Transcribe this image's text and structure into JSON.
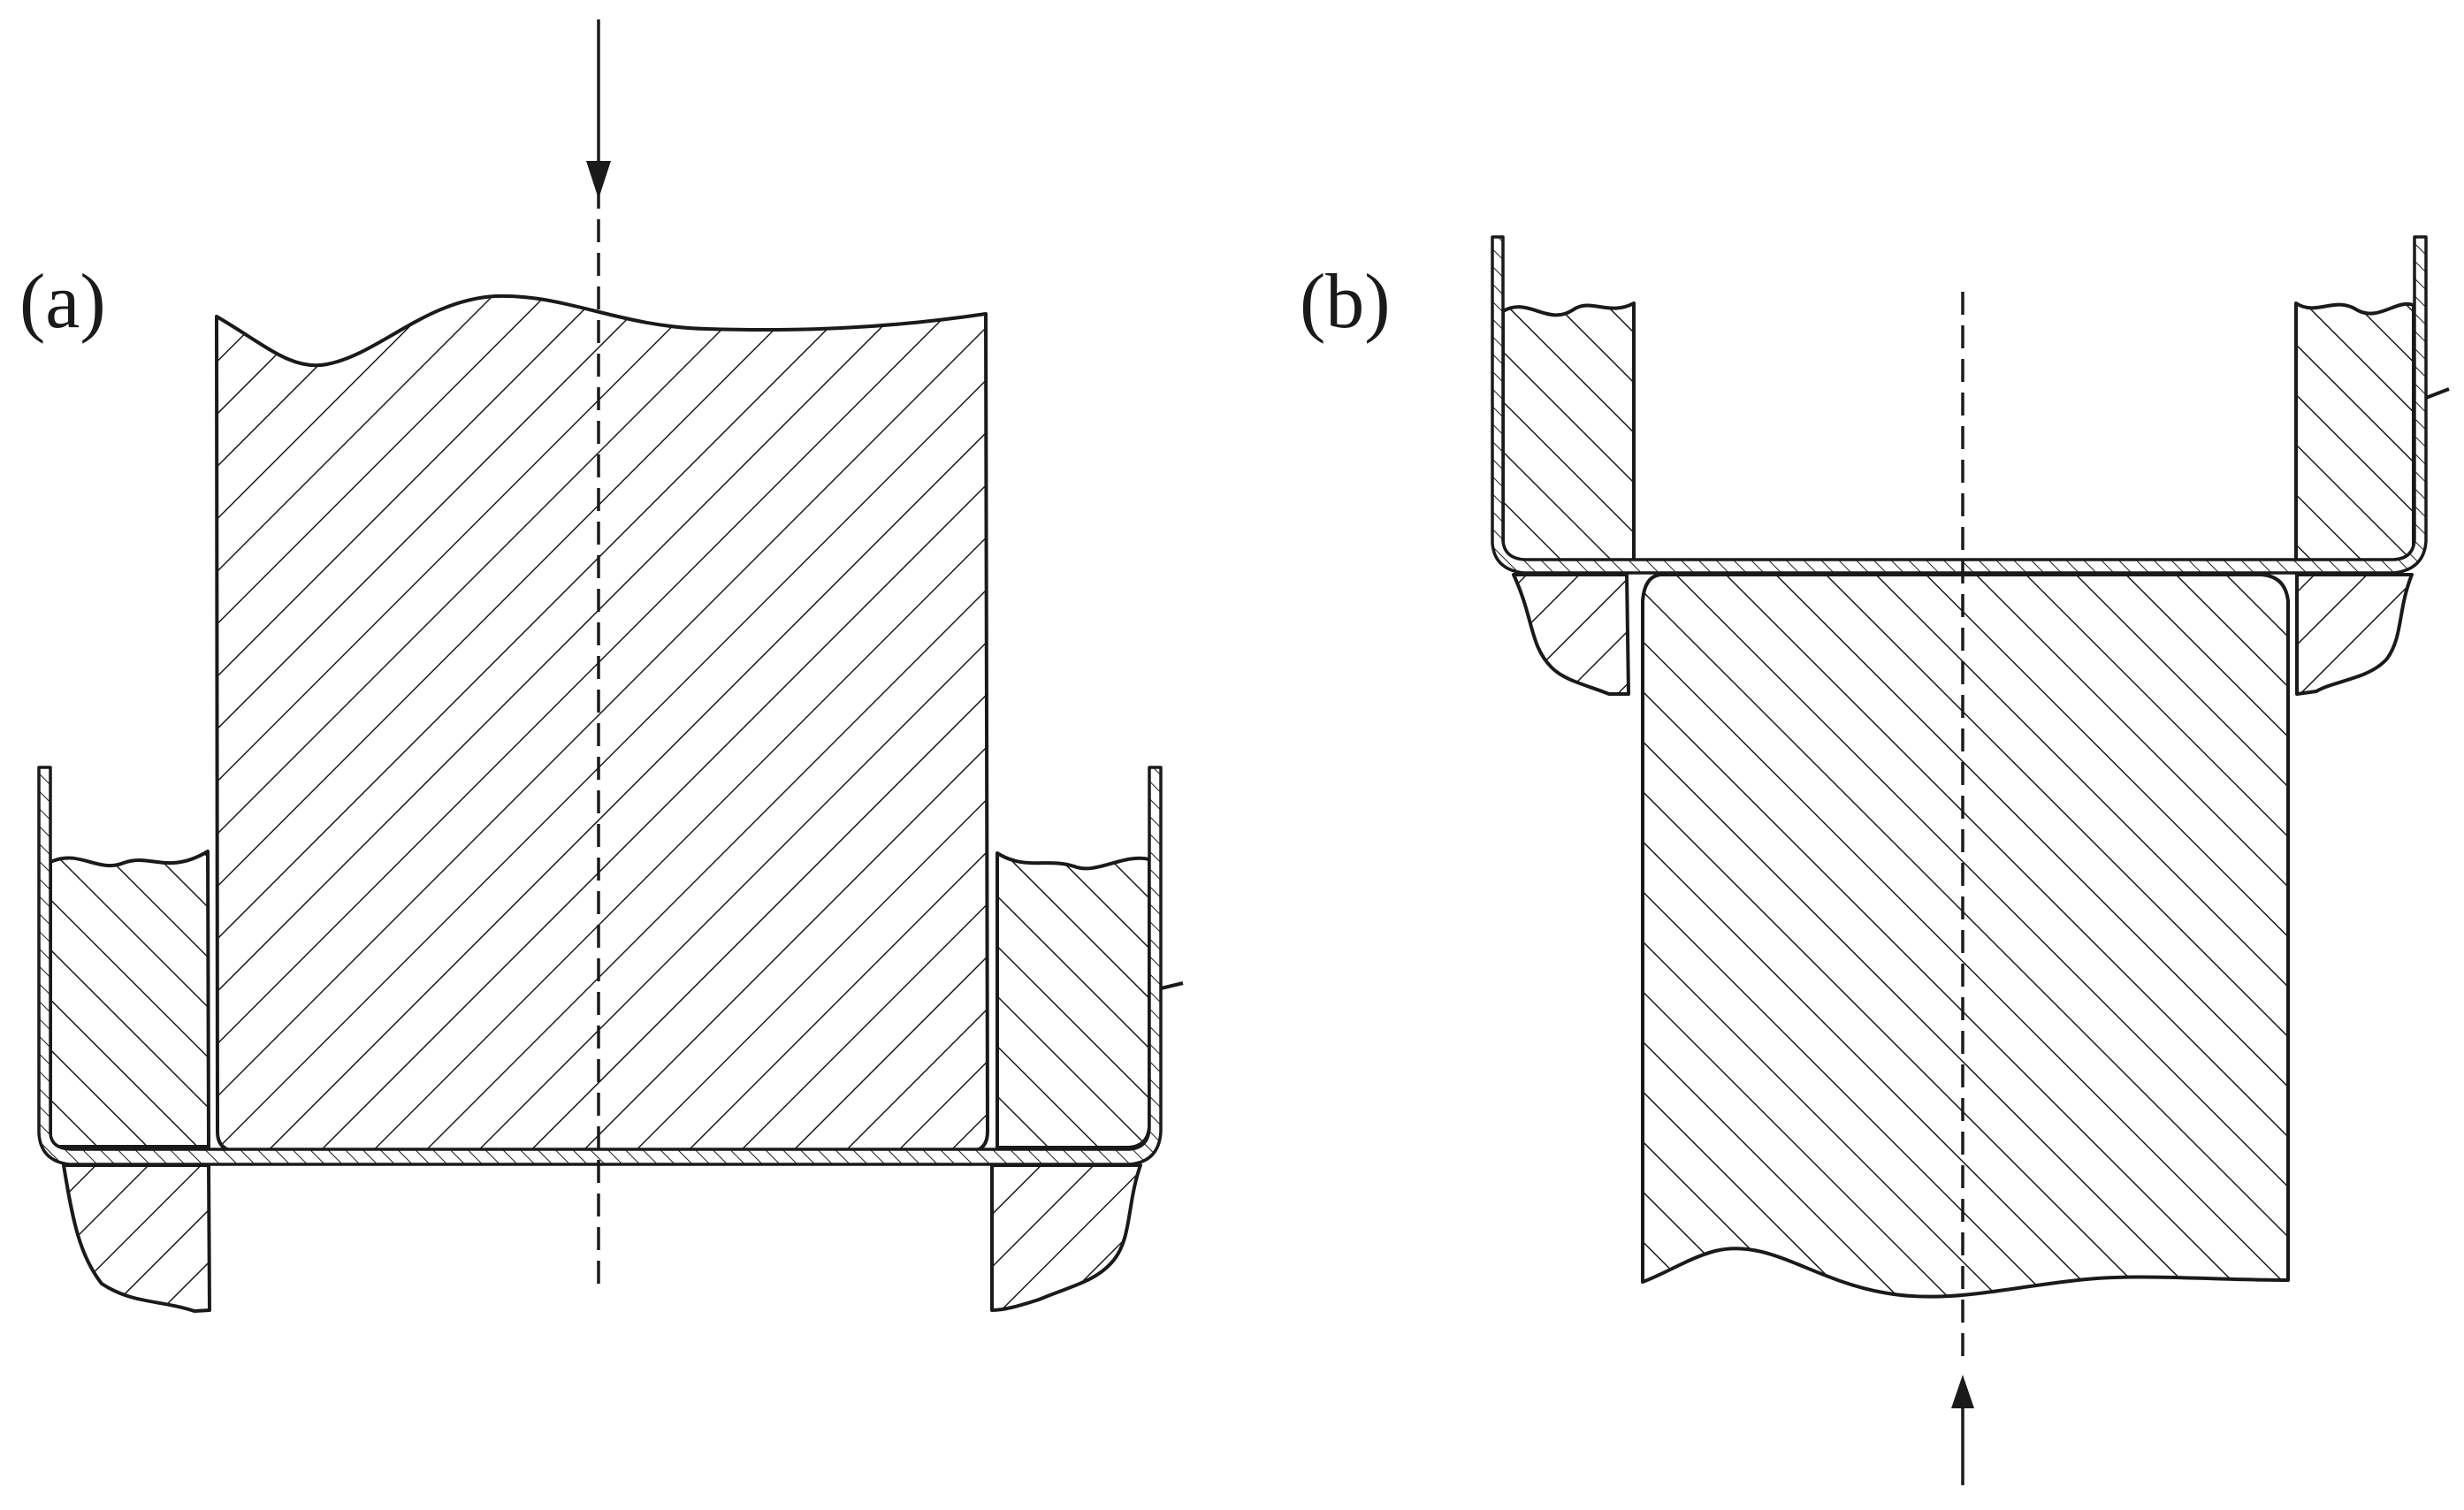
{
  "figure": {
    "panels": [
      {
        "id": "a",
        "label": "(a)"
      },
      {
        "id": "b",
        "label": "(b)"
      }
    ],
    "colors": {
      "line": "#1a1a1a",
      "background": "#ffffff"
    }
  }
}
